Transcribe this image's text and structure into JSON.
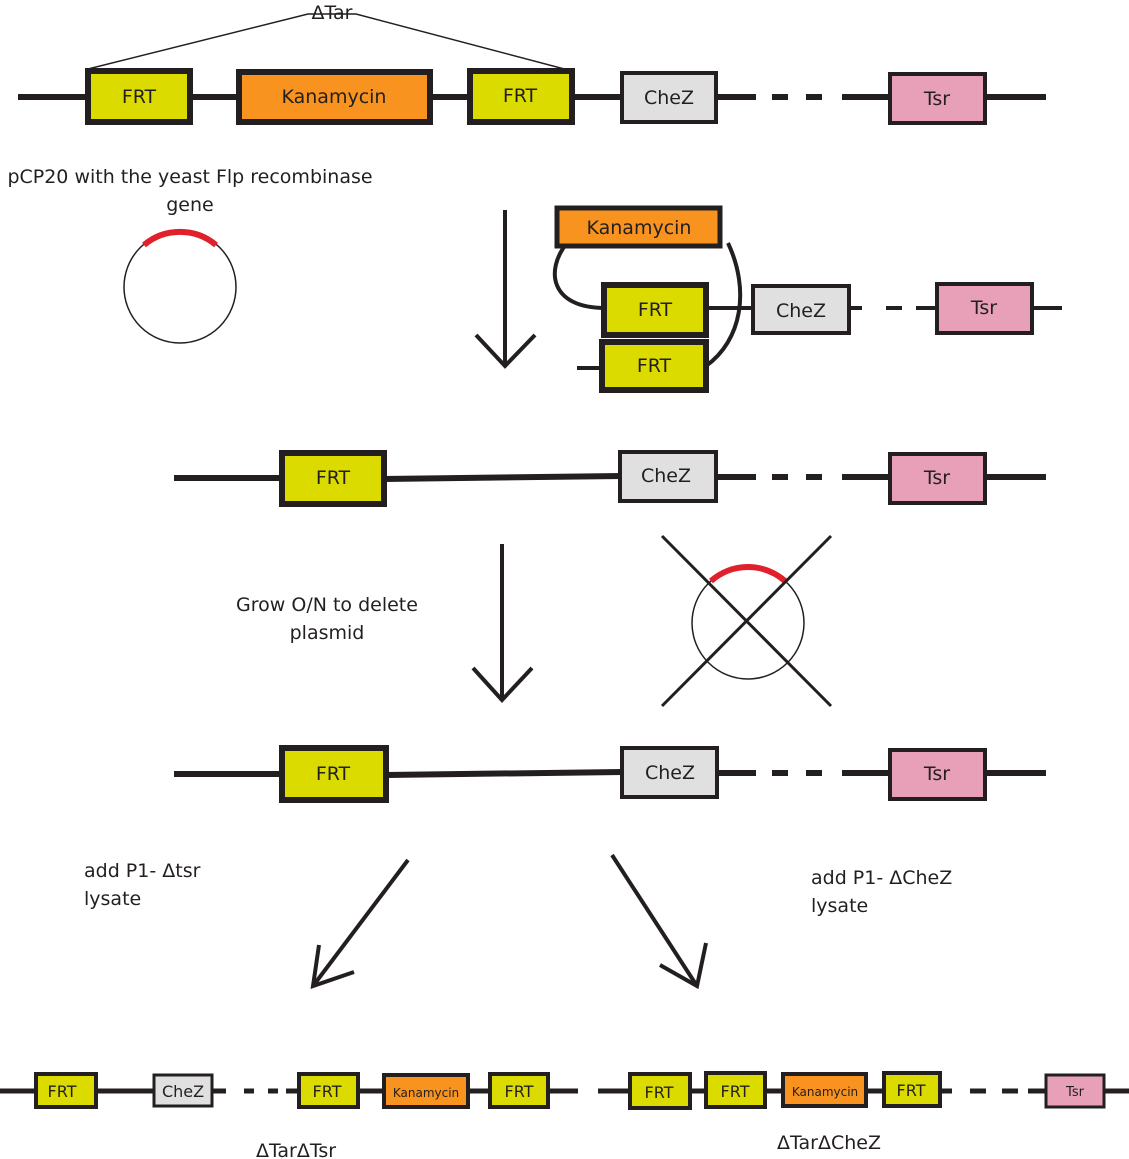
{
  "colors": {
    "frt": "#dbdb00",
    "kanamycin": "#f7931e",
    "chez": "#e0e0e0",
    "tsr": "#e8a0b8",
    "plasmid_marker": "#e0202a",
    "line": "#231f20"
  },
  "genes": {
    "frt": "FRT",
    "kanamycin": "Kanamycin",
    "chez": "CheZ",
    "tsr": "Tsr"
  },
  "labels": {
    "delta_tar": "ΔTar",
    "pcp20_line1": "pCP20 with the yeast Flp recombinase",
    "pcp20_line2": "gene",
    "grow_line1": "Grow O/N to delete",
    "grow_line2": "plasmid",
    "p1_tsr_line1": "add P1- Δtsr",
    "p1_tsr_line2": "lysate",
    "p1_chez_line1": "add P1- ΔCheZ",
    "p1_chez_line2": "lysate",
    "result_tar_tsr": "ΔTarΔTsr",
    "result_tar_chez": "ΔTarΔCheZ"
  }
}
